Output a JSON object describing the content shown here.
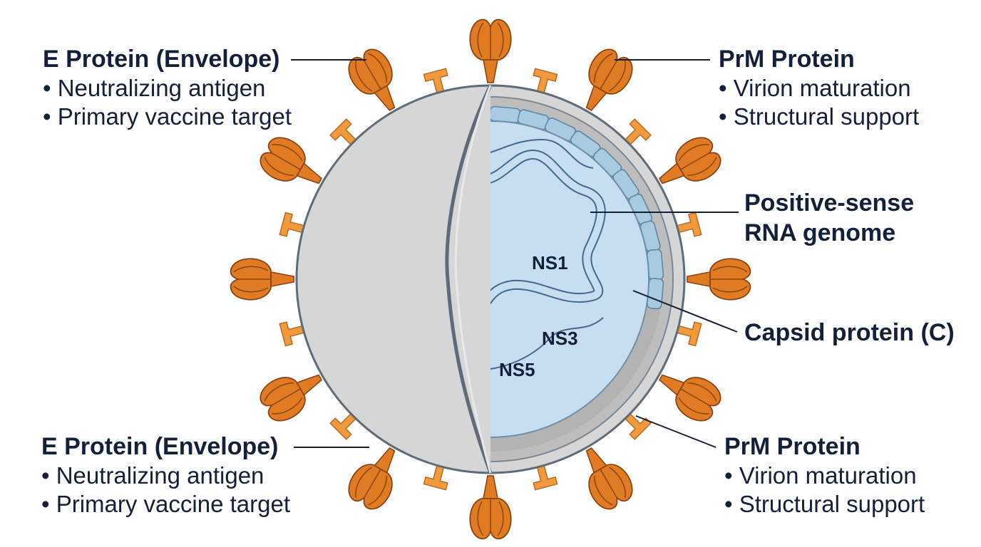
{
  "labels": {
    "top_left": {
      "title": "E Protein (Envelope)",
      "bullets": [
        "• Neutralizing antigen",
        "• Primary vaccine target"
      ]
    },
    "bottom_left": {
      "title": "E Protein (Envelope)",
      "bullets": [
        "• Neutralizing antigen",
        "• Primary vaccine target"
      ]
    },
    "top_right": {
      "title": "PrM Protein",
      "bullets": [
        "• Virion maturation",
        "• Structural support"
      ]
    },
    "bottom_right": {
      "title": "PrM Protein",
      "bullets": [
        "• Virion maturation",
        "• Structural support"
      ]
    },
    "rna": {
      "line1": "Positive-sense",
      "line2": "RNA genome"
    },
    "capsid": {
      "title": "Capsid protein (C)"
    }
  },
  "nonstructural": [
    "NS1",
    "NS3",
    "NS5"
  ],
  "colors": {
    "envelope": "#d6d6d6",
    "envelope_outline": "#5f6b78",
    "membrane_band": "#b3b3b3",
    "capsid_segment": "#a8cbe2",
    "interior": "#c6def0",
    "e_protein": "#e07b24",
    "e_protein_outline": "#8a4512",
    "prm_protein": "#f19a3b",
    "text": "#14203a"
  }
}
